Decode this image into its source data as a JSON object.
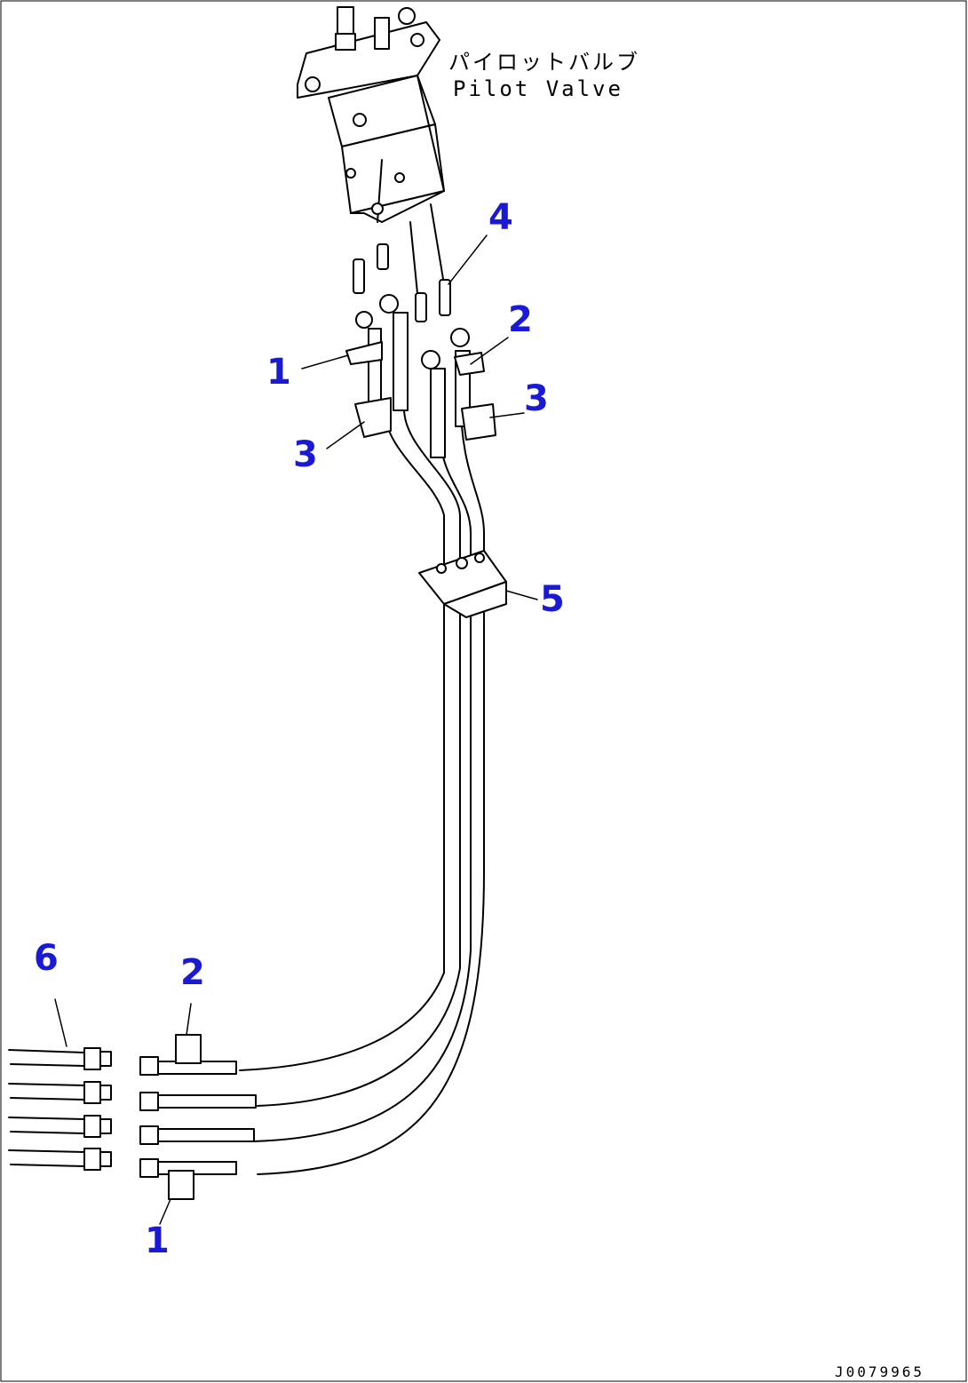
{
  "labels": {
    "valve_jp": "パイロットバルブ",
    "valve_en": "Pilot Valve",
    "drawing_code": "J0079965"
  },
  "callouts": [
    "1",
    "2",
    "3",
    "3",
    "4",
    "5",
    "6",
    "2",
    "1"
  ],
  "colors": {
    "callout": "#1a1ad6",
    "line": "#000000",
    "background": "#ffffff"
  }
}
